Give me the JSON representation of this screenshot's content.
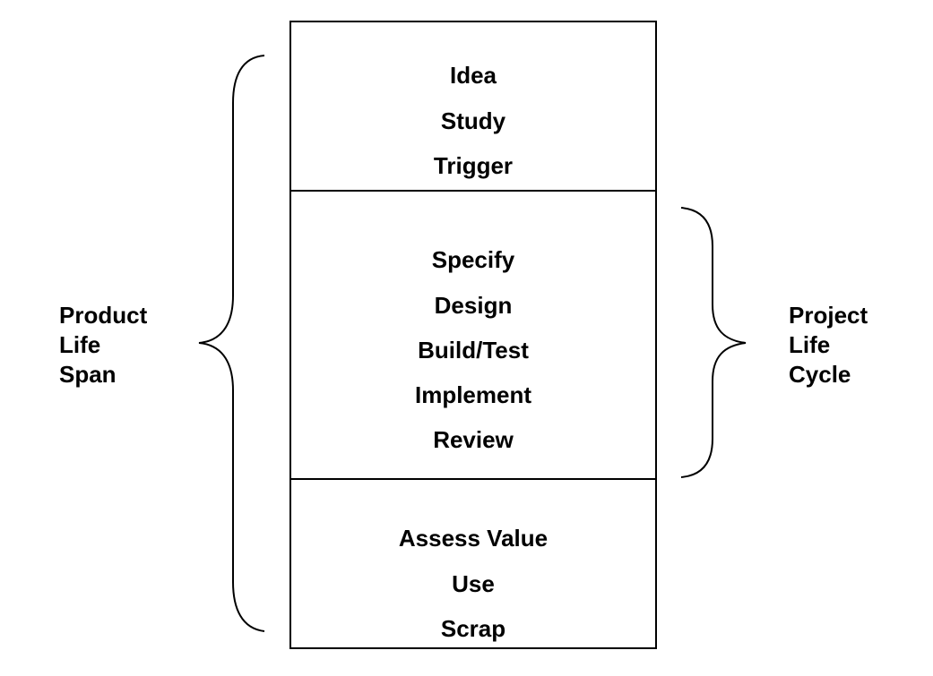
{
  "diagram": {
    "sections": [
      {
        "id": "top",
        "steps": [
          "Idea",
          "Study",
          "Trigger"
        ]
      },
      {
        "id": "middle",
        "steps": [
          "Specify",
          "Design",
          "Build/Test",
          "Implement",
          "Review"
        ]
      },
      {
        "id": "bottom",
        "steps": [
          "Assess Value",
          "Use",
          "Scrap"
        ]
      }
    ],
    "left_label": [
      "Product",
      "Life",
      "Span"
    ],
    "right_label": [
      "Project",
      "Life",
      "Cycle"
    ],
    "colors": {
      "line": "#000000",
      "background": "#ffffff",
      "text": "#000000"
    }
  }
}
